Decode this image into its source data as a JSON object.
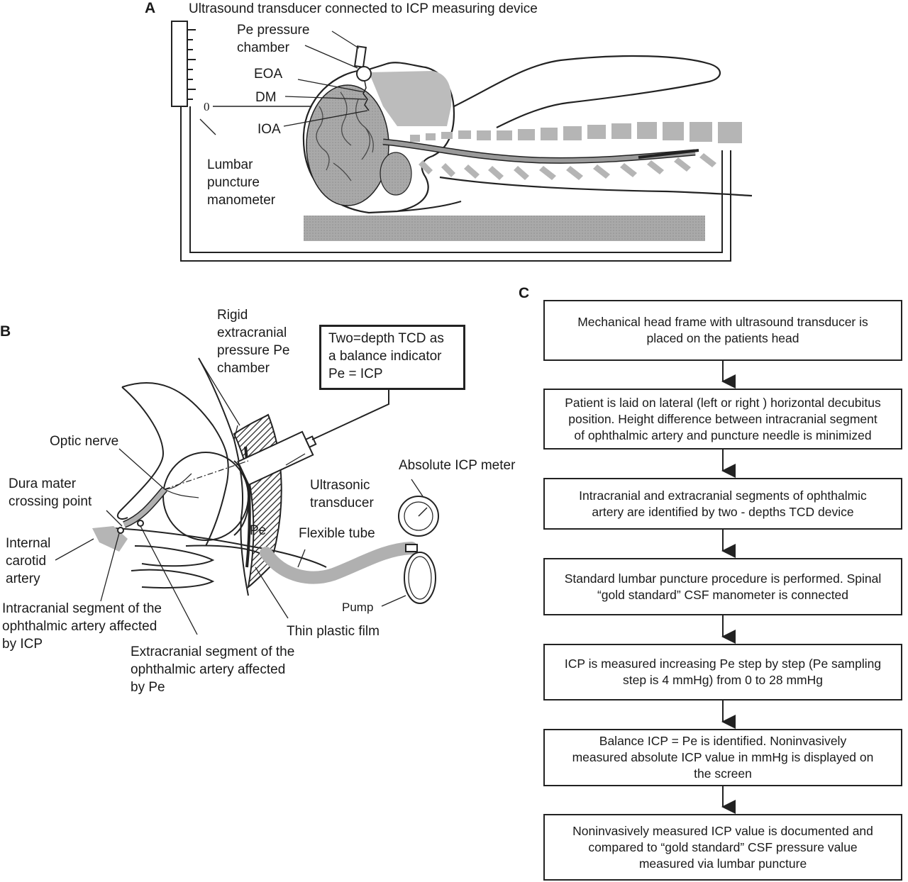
{
  "panel_a": {
    "letter": "A",
    "labels": {
      "ultrasound": "Ultrasound transducer connected to ICP measuring device",
      "pe_chamber": "Pe pressure\nchamber",
      "eoa": "EOA",
      "dm": "DM",
      "zero": "0",
      "ioa": "IOA",
      "lumbar": "Lumbar\npuncture\nmanometer"
    }
  },
  "panel_b": {
    "letter": "B",
    "labels": {
      "rigid": "Rigid\nextracranial\npressure Pe\nchamber",
      "tcd_box": "Two=depth TCD as\na balance indicator\nPe = ICP",
      "optic": "Optic nerve",
      "dura": "Dura mater\ncrossing point",
      "absolute_icp": "Absolute ICP meter",
      "ultrasonic": "Ultrasonic\ntransducer",
      "internal_carotid": "Internal\ncarotid\nartery",
      "pe": "Pe",
      "flexible_tube": "Flexible tube",
      "intracranial": "Intracranial segment of the\nophthalmic artery affected\nby ICP",
      "pump": "Pump",
      "thin_film": "Thin plastic film",
      "extracranial": "Extracranial segment of the\nophthalmic artery affected\nby Pe"
    }
  },
  "panel_c": {
    "letter": "C",
    "steps": [
      "Mechanical head frame with ultrasound transducer is\nplaced on the patients head",
      "Patient is laid on lateral (left or right ) horizontal decubitus\nposition. Height difference between intracranial segment\nof ophthalmic artery and puncture needle is minimized",
      "Intracranial and extracranial segments of ophthalmic\nartery are identified by two  - depths TCD device",
      "Standard lumbar puncture procedure is performed. Spinal\n“gold standard” CSF manometer is connected",
      "ICP is measured increasing Pe step by step (Pe sampling\nstep is 4 mmHg) from 0 to 28 mmHg",
      "Balance ICP = Pe is identified. Noninvasively\nmeasured absolute ICP value in mmHg is displayed on\nthe screen",
      "Noninvasively measured ICP value is documented and\ncompared to “gold standard” CSF pressure value\nmeasured via lumbar puncture"
    ]
  },
  "colors": {
    "line": "#222222",
    "gray_fill": "#a8a8a8",
    "light_fill": "#c6c6c6"
  }
}
